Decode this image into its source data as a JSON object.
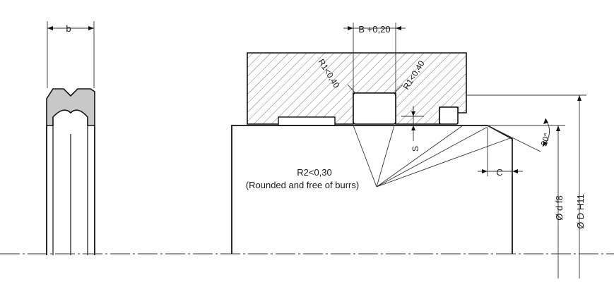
{
  "colors": {
    "line": "#111111",
    "seal_fill": "#c8c8c8",
    "hatch": "#555555",
    "background": "#ffffff"
  },
  "labels": {
    "width_b": "b",
    "groove_width": "B +0,20",
    "r1_left": "R1<0,40",
    "r1_right": "R1<0,40",
    "gap_s": "S",
    "chamfer_angle": "20°",
    "chamfer_c": "C",
    "r2": "R2<0,30",
    "r2_note": "(Rounded and free of burrs)",
    "dia_d": "Ø d f8",
    "dia_D": "Ø D H11"
  }
}
